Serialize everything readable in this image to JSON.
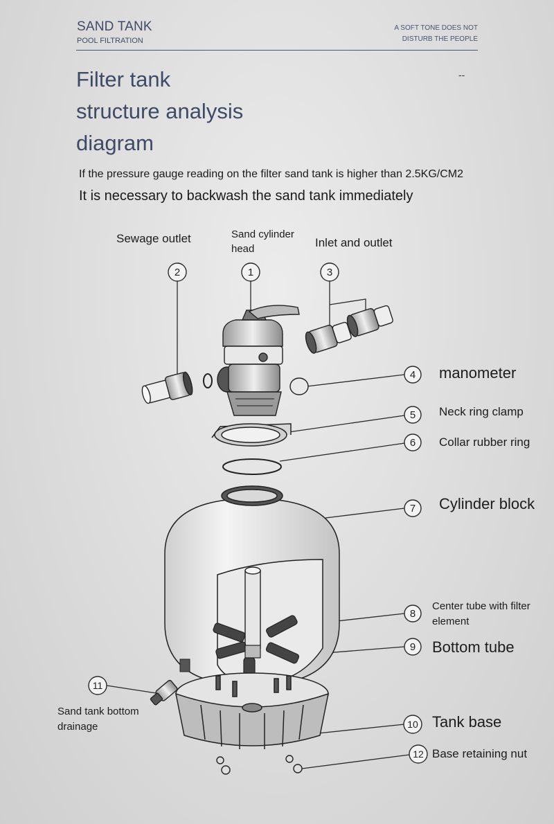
{
  "header": {
    "brand_title": "SAND TANK",
    "brand_subtitle": "POOL FILTRATION",
    "tagline_line1": "A SOFT TONE DOES NOT",
    "tagline_line2": "DISTURB THE PEOPLE",
    "dashes": "--"
  },
  "title": {
    "line1": "Filter tank",
    "line2": "structure analysis",
    "line3": "diagram"
  },
  "notes": {
    "pressure": "If the pressure gauge reading on the filter sand tank is higher than 2.5KG/CM2",
    "backwash": "It is necessary to backwash the sand tank immediately"
  },
  "callouts": [
    {
      "number": "1",
      "label_line1": "Sand cylinder",
      "label_line2": "head"
    },
    {
      "number": "2",
      "label_line1": "Sewage outlet",
      "label_line2": ""
    },
    {
      "number": "3",
      "label_line1": "Inlet and outlet",
      "label_line2": ""
    },
    {
      "number": "4",
      "label_line1": "manometer",
      "label_line2": ""
    },
    {
      "number": "5",
      "label_line1": "Neck ring clamp",
      "label_line2": ""
    },
    {
      "number": "6",
      "label_line1": "Collar rubber ring",
      "label_line2": ""
    },
    {
      "number": "7",
      "label_line1": "Cylinder block",
      "label_line2": ""
    },
    {
      "number": "8",
      "label_line1": "Center tube with filter",
      "label_line2": "element"
    },
    {
      "number": "9",
      "label_line1": "Bottom tube",
      "label_line2": ""
    },
    {
      "number": "10",
      "label_line1": "Tank base",
      "label_line2": ""
    },
    {
      "number": "11",
      "label_line1": "Sand tank bottom",
      "label_line2": "drainage"
    },
    {
      "number": "12",
      "label_line1": "Base retaining nut",
      "label_line2": ""
    }
  ],
  "colors": {
    "accent": "#3f4a66",
    "line": "#2a2a2a"
  }
}
